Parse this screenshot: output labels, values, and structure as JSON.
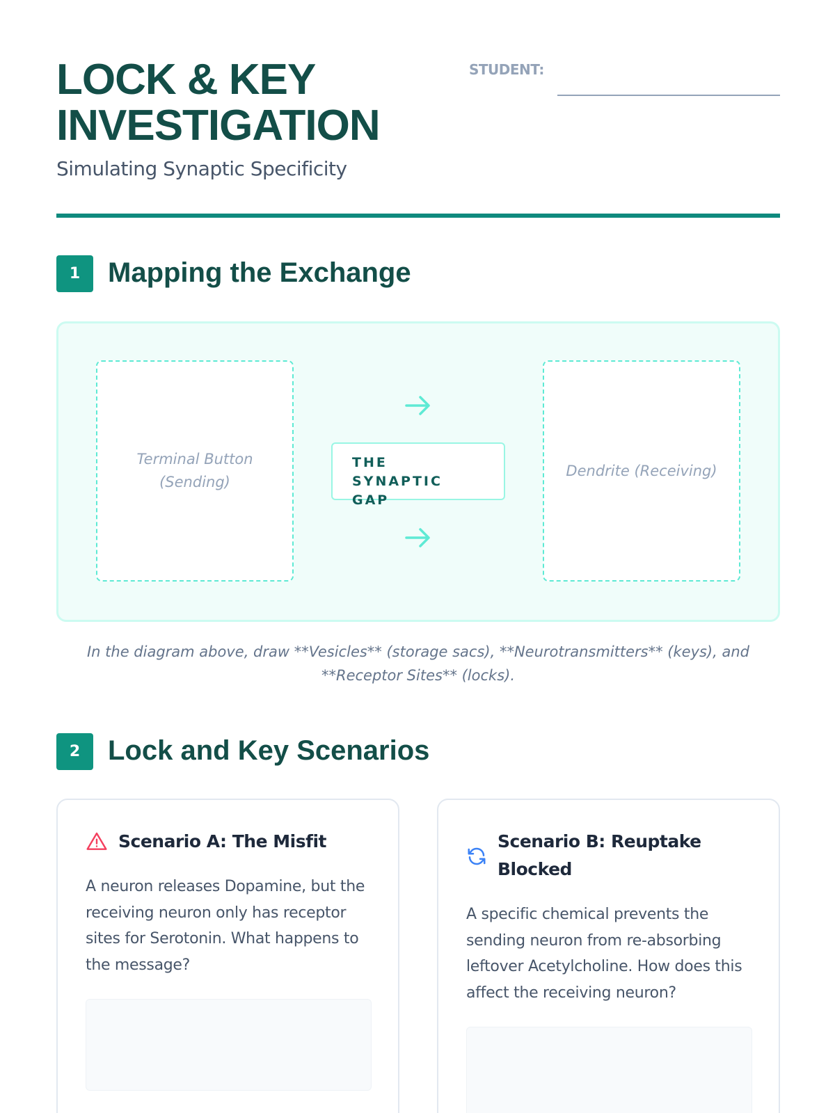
{
  "header": {
    "title_line1": "LOCK & KEY",
    "title_line2": "INVESTIGATION",
    "subtitle": "Simulating Synaptic Specificity",
    "student_label": "STUDENT:"
  },
  "section1": {
    "number": "1",
    "title": "Mapping the Exchange",
    "diagram": {
      "left_label_line1": "Terminal Button",
      "left_label_line2": "(Sending)",
      "center_label": "THE SYNAPTIC GAP",
      "right_label": "Dendrite (Receiving)"
    },
    "caption": "In the diagram above, draw **Vesicles** (storage sacs), **Neurotransmitters** (keys), and **Receptor Sites** (locks)."
  },
  "section2": {
    "number": "2",
    "title": "Lock and Key Scenarios",
    "cards": [
      {
        "icon": "warning-triangle-icon",
        "title": "Scenario A: The Misfit",
        "text": "A neuron releases Dopamine, but the receiving neuron only has receptor sites for Serotonin. What happens to the message?"
      },
      {
        "icon": "refresh-icon",
        "title": "Scenario B: Reuptake Blocked",
        "text": "A specific chemical prevents the sending neuron from re-absorbing leftover Acetylcholine. How does this affect the receiving neuron?"
      }
    ]
  },
  "colors": {
    "primary": "#134e48",
    "accent": "#0f9480",
    "mint": "#5eead4",
    "warning": "#f43f5e",
    "info": "#3b82f6"
  }
}
